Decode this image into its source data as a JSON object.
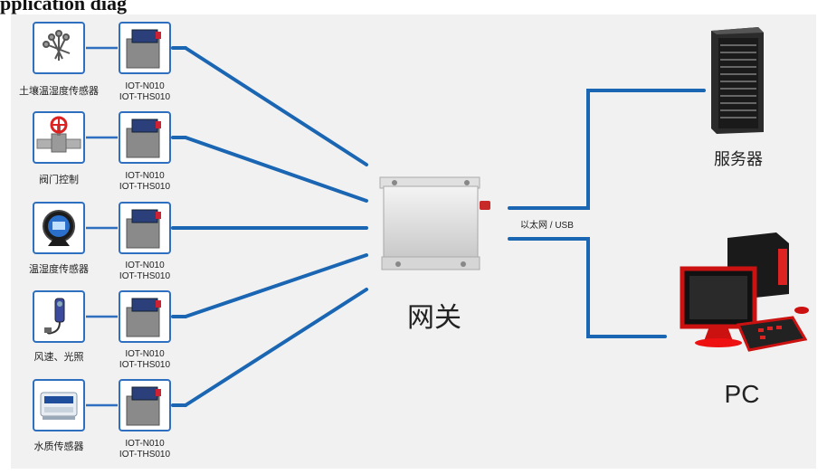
{
  "header": {
    "partial_title": "pplication diag"
  },
  "sensors": [
    {
      "label": "土壤温湿度传感器",
      "icon": "soil-probe-icon"
    },
    {
      "label": "阀门控制",
      "icon": "valve-icon"
    },
    {
      "label": "温湿度传感器",
      "icon": "thermo-hygrometer-icon"
    },
    {
      "label": "风速、光照",
      "icon": "wind-light-sensor-icon"
    },
    {
      "label": "水质传感器",
      "icon": "water-quality-sensor-icon"
    }
  ],
  "modules": [
    {
      "line1": "IOT-N010",
      "line2": "IOT-THS010"
    },
    {
      "line1": "IOT-N010",
      "line2": "IOT-THS010"
    },
    {
      "line1": "IOT-N010",
      "line2": "IOT-THS010"
    },
    {
      "line1": "IOT-N010",
      "line2": "IOT-THS010"
    },
    {
      "line1": "IOT-N010",
      "line2": "IOT-THS010"
    }
  ],
  "gateway": {
    "label": "网关"
  },
  "connection": {
    "label": "以太网 / USB"
  },
  "server": {
    "label": "服务器"
  },
  "pc": {
    "label": "PC"
  },
  "colors": {
    "link": "#1a66b3",
    "box_border": "#2f6fbf",
    "background": "#f1f1f1"
  }
}
